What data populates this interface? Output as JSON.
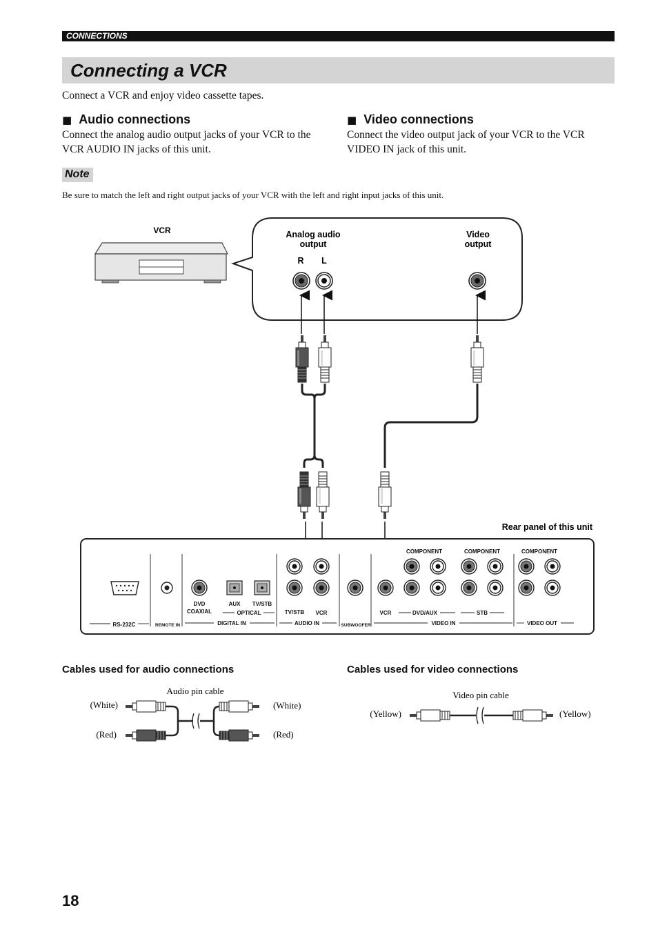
{
  "header": {
    "section": "CONNECTIONS",
    "title": "Connecting a VCR"
  },
  "intro": "Connect a VCR and enjoy video cassette tapes.",
  "audio": {
    "heading": "Audio connections",
    "line1": "Connect the analog audio output jacks of your VCR to the",
    "line2": "VCR AUDIO IN jacks of this unit."
  },
  "video": {
    "heading": "Video connections",
    "line1": "Connect the video output jack of your VCR to the VCR",
    "line2": "VIDEO IN jack of this unit."
  },
  "note": {
    "label": "Note",
    "text": "Be sure to match the left and right output jacks of your VCR with the left and right input jacks of this unit."
  },
  "diagram": {
    "vcr_label": "VCR",
    "analog_line1": "Analog audio",
    "analog_line2": "output",
    "r": "R",
    "l": "L",
    "video_line1": "Video",
    "video_line2": "output",
    "rear_panel": "Rear panel of this unit",
    "panel": {
      "rs232c": "RS-232C",
      "remote_in": "REMOTE IN",
      "dvd": "DVD",
      "coaxial": "COAXIAL",
      "aux": "AUX",
      "tvstb_opt": "TV/STB",
      "optical": "OPTICAL",
      "digital_in": "DIGITAL IN",
      "tvstb_audio": "TV/STB",
      "vcr_audio": "VCR",
      "audio_in": "AUDIO IN",
      "subwoofer": "SUBWOOFER",
      "vcr_video": "VCR",
      "dvdaux": "DVD/AUX",
      "stb": "STB",
      "video_in": "VIDEO IN",
      "video_out": "VIDEO OUT",
      "component1": "COMPONENT",
      "component2": "COMPONENT",
      "component3": "COMPONENT"
    }
  },
  "cables": {
    "audio_heading": "Cables used for audio connections",
    "video_heading": "Cables used for video connections",
    "audio_pin": "Audio pin cable",
    "white_left": "(White)",
    "white_right": "(White)",
    "red_left": "(Red)",
    "red_right": "(Red)",
    "video_pin": "Video pin cable",
    "yellow_left": "(Yellow)",
    "yellow_right": "(Yellow)"
  },
  "page_number": "18"
}
